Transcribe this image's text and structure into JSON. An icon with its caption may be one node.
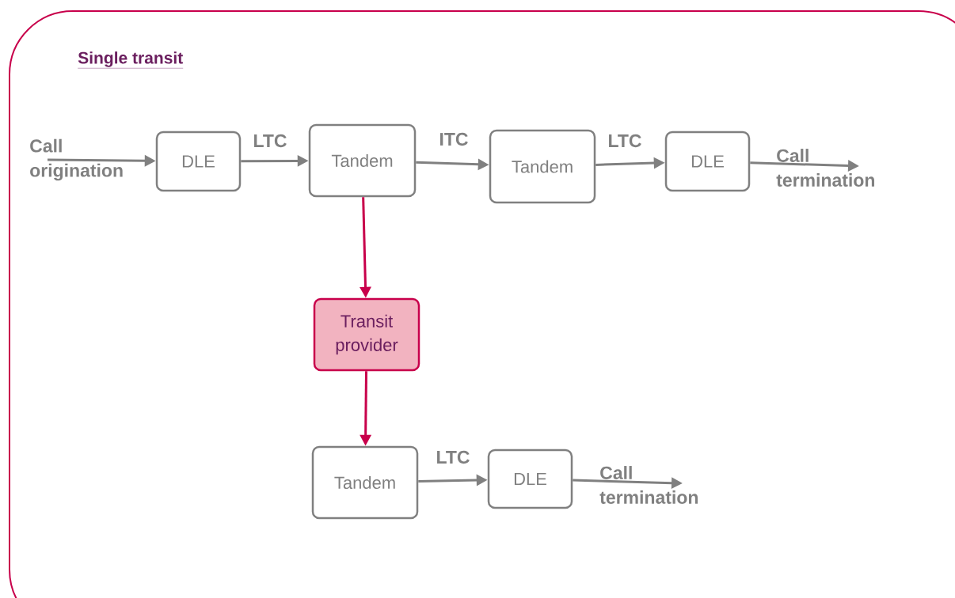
{
  "diagram": {
    "title": "Single transit",
    "nodes": [
      {
        "text": [
          "DLE"
        ]
      },
      {
        "text": [
          "Tandem"
        ]
      },
      {
        "text": [
          "Tandem"
        ]
      },
      {
        "text": [
          "DLE"
        ]
      },
      {
        "text": [
          "Transit provider"
        ]
      },
      {
        "text": [
          "Tandem"
        ]
      },
      {
        "text": [
          "DLE"
        ]
      }
    ],
    "edges": [
      {
        "from": null,
        "to": 0,
        "arrow": "to",
        "label": "Call origination"
      },
      {
        "from": 0,
        "to": 1,
        "arrow": "to",
        "label": "LTC"
      },
      {
        "from": 1,
        "to": 2,
        "arrow": "to",
        "label": "ITC"
      },
      {
        "from": 2,
        "to": 3,
        "arrow": "to",
        "label": "LTC"
      },
      {
        "from": 3,
        "to": null,
        "arrow": "to",
        "label": "Call termination"
      },
      {
        "from": 1,
        "to": 4,
        "arrow": "to",
        "color": "#c8004b"
      },
      {
        "from": 4,
        "to": 5,
        "arrow": "to",
        "color": "#c8004b"
      },
      {
        "from": 5,
        "to": 6,
        "arrow": "to",
        "label": "LTC"
      },
      {
        "from": 6,
        "to": null,
        "arrow": "to",
        "label": "Call termination"
      }
    ]
  }
}
